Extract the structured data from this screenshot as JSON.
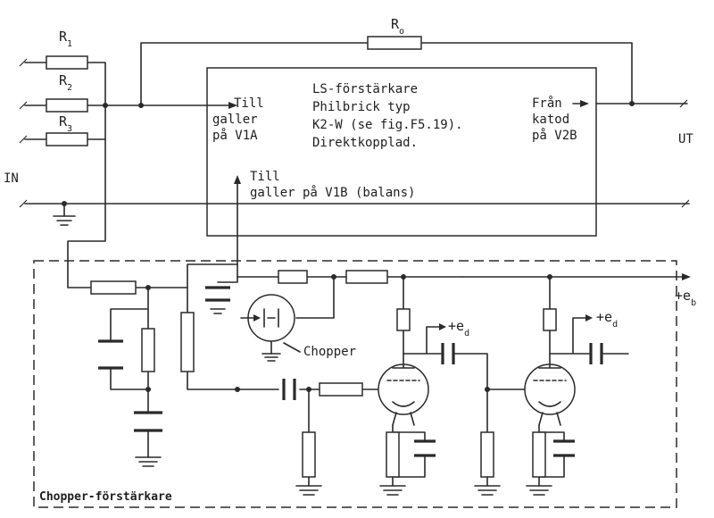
{
  "inputs": {
    "r1": {
      "main": "R",
      "sub": "1"
    },
    "r2": {
      "main": "R",
      "sub": "2"
    },
    "r3": {
      "main": "R",
      "sub": "3"
    },
    "in_label": "IN"
  },
  "feedback": {
    "main": "R",
    "sub": "o"
  },
  "amplifier_box": {
    "lines": [
      "LS-förstärkare",
      "Philbrick typ",
      "K2-W (se fig.F5.19).",
      "Direktkopplad."
    ],
    "input_side": [
      "Till",
      "galler",
      "på V1A"
    ],
    "output_side": [
      "Från",
      "katod",
      "på V2B"
    ],
    "balance_label": [
      "Till",
      "galler på V1B (balans)"
    ]
  },
  "output_label": "UT",
  "chopper_amplifier": {
    "section_label": "Chopper-förstärkare",
    "chopper_label": "Chopper",
    "supply_b": {
      "main": "+e",
      "sub": "b"
    },
    "supply_d1": {
      "main": "+e",
      "sub": "d"
    },
    "supply_d2": {
      "main": "+e",
      "sub": "d"
    }
  },
  "colors": {
    "ink": "#2a2a2a",
    "paper": "#ffffff"
  }
}
